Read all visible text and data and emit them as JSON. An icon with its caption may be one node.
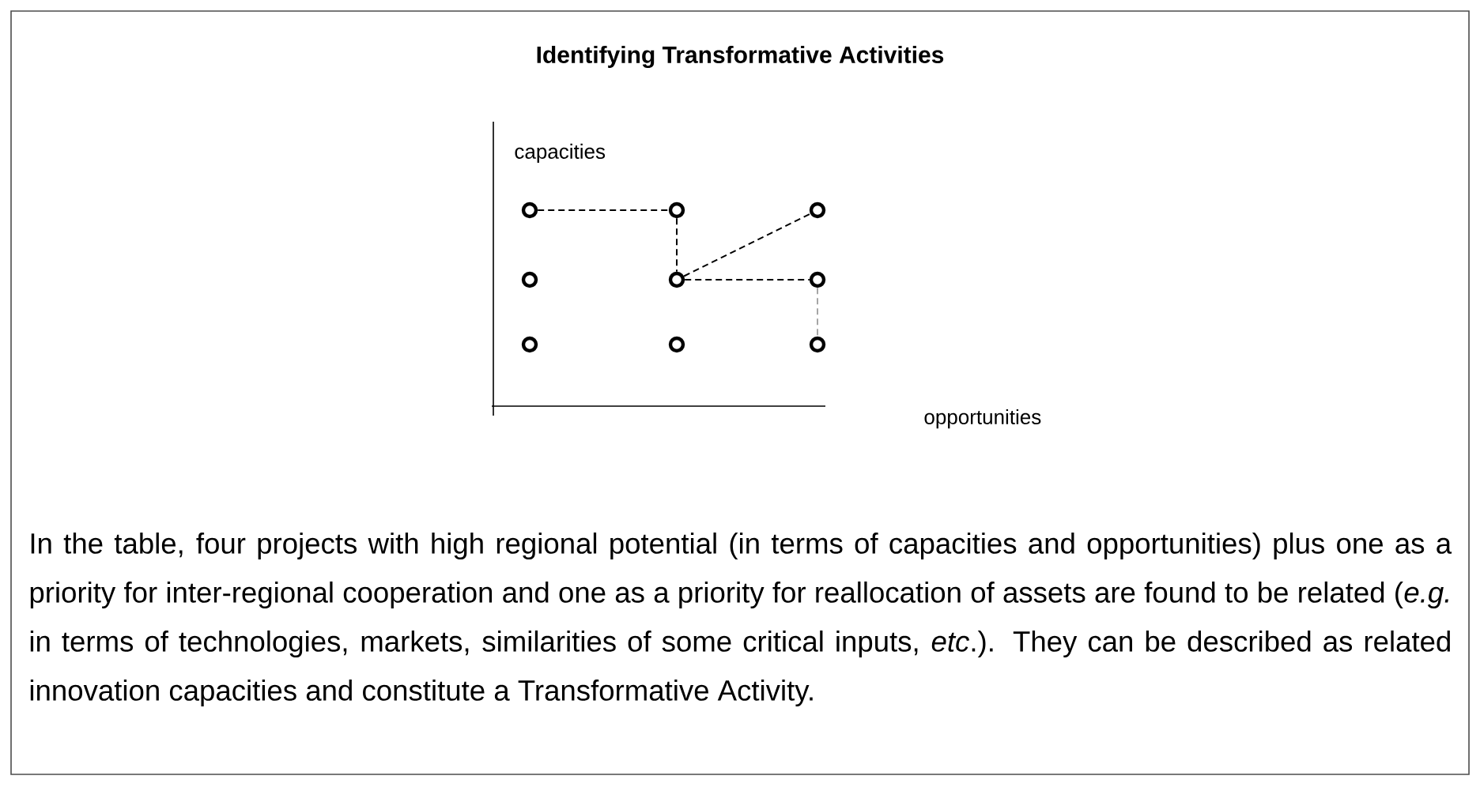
{
  "diagram": {
    "title": "Identifying Transformative Activities",
    "nodes": [
      {
        "text": [],
        "shape": "circle"
      },
      {
        "text": [],
        "shape": "circle"
      },
      {
        "text": [],
        "shape": "circle"
      },
      {
        "text": [],
        "shape": "circle"
      },
      {
        "text": [],
        "shape": "circle"
      },
      {
        "text": [],
        "shape": "circle"
      },
      {
        "text": [],
        "shape": "circle"
      },
      {
        "text": [],
        "shape": "circle"
      },
      {
        "text": [],
        "shape": "circle"
      }
    ],
    "edges": [
      {
        "from": 0,
        "to": 1,
        "arrow": "none",
        "style": "dashed"
      },
      {
        "from": 1,
        "to": 4,
        "arrow": "none",
        "style": "dashed"
      },
      {
        "from": 4,
        "to": 2,
        "arrow": "none",
        "style": "dashed"
      },
      {
        "from": 4,
        "to": 5,
        "arrow": "none",
        "style": "dashed"
      },
      {
        "from": 5,
        "to": 8,
        "arrow": "none",
        "style": "dashed",
        "color": "#a6a6a6"
      }
    ],
    "labels": [
      "capacities",
      "opportunities",
      "In the table, four projects with high regional potential (in terms of capacities and opportunities) plus one as a priority for inter-regional cooperation and one as a priority for reallocation of assets are found to be related (*e.g.* in terms of technologies, markets, similarities of some critical inputs, *etc*.). They can be described as related innovation capacities and constitute a Transformative Activity."
    ]
  }
}
